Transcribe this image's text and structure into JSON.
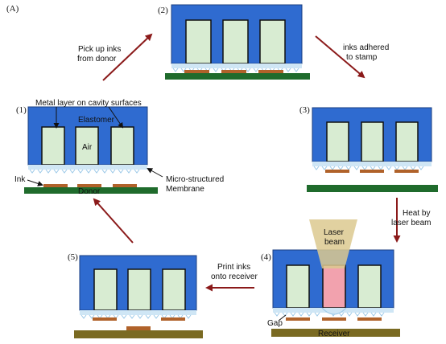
{
  "panel_labels": {
    "overall": "(A)",
    "p1": "(1)",
    "p2": "(2)",
    "p3": "(3)",
    "p4": "(4)",
    "p5": "(5)"
  },
  "step_captions": {
    "pick_up": [
      "Pick up inks",
      "from donor"
    ],
    "adhered": [
      "inks adhered",
      "to stamp"
    ],
    "heat": [
      "Heat by",
      "laser beam"
    ],
    "print": [
      "Print inks",
      "onto receiver"
    ]
  },
  "component_labels": {
    "metal_layer": "Metal layer on cavity surfaces",
    "elastomer": "Elastomer",
    "air": "Air",
    "ink": "Ink",
    "donor": "Donor",
    "membrane": [
      "Micro-structured",
      "Membrane"
    ],
    "laser": [
      "Laser",
      "beam"
    ],
    "gap": "Gap",
    "receiver": "Receiver"
  },
  "colors": {
    "elastomer_blue": "#2f6bd0",
    "cavity_green": "#d8ecd2",
    "cavity_edge": "#111111",
    "heated_cavity": "#f2a2ae",
    "membrane": "#cfe6f5",
    "ink": "#b0622a",
    "donor_green": "#1f6b2c",
    "receiver_olive": "#7a6a22",
    "laser_beam": "#dcc98f",
    "arrow_red": "#8b1a1a"
  }
}
